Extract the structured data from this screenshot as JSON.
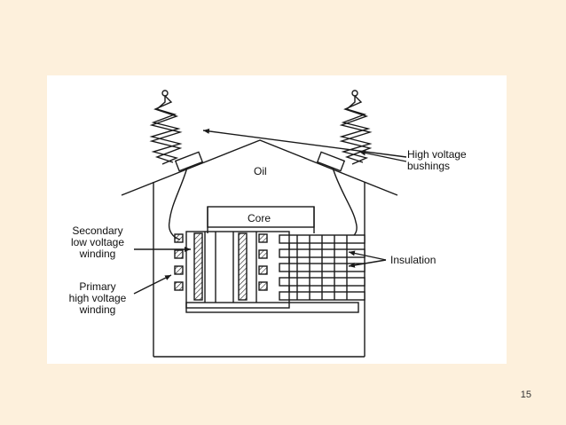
{
  "diagram": {
    "labels": {
      "high_voltage_bushings": "High voltage\nbushings",
      "oil": "Oil",
      "core": "Core",
      "secondary_winding": "Secondary\nlow voltage\nwinding",
      "primary_winding": "Primary\nhigh voltage\nwinding",
      "insulation": "Insulation"
    }
  },
  "slide": {
    "page_number": "15"
  },
  "colors": {
    "background": "#fdf0dc",
    "figure_background": "#ffffff",
    "stroke": "#1a1a1a"
  }
}
